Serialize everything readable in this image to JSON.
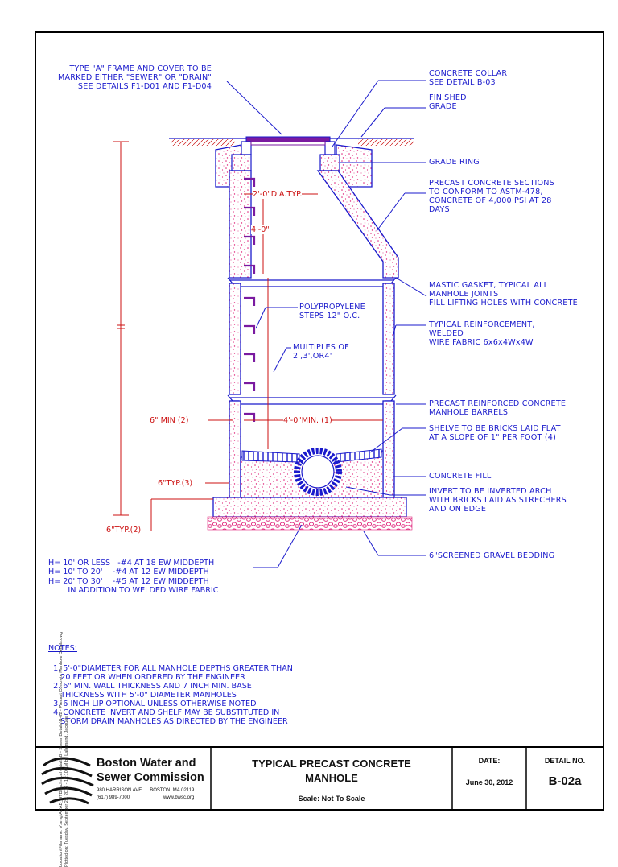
{
  "callouts": {
    "frame_cover": [
      "TYPE \"A\" FRAME AND COVER TO BE",
      "MARKED EITHER \"SEWER\" OR \"DRAIN\"",
      "SEE DETAILS F1-D01 AND F1-D04"
    ],
    "collar": [
      "CONCRETE COLLAR",
      "SEE DETAIL B-03"
    ],
    "finished_grade": [
      "FINISHED",
      "GRADE"
    ],
    "grade_ring": [
      "GRADE RING"
    ],
    "precast_sections": [
      "PRECAST CONCRETE SECTIONS",
      "TO CONFORM TO ASTM-478,",
      "CONCRETE OF 4,000 PSI AT 28",
      "DAYS"
    ],
    "mastic": [
      "MASTIC GASKET, TYPICAL ALL",
      "MANHOLE JOINTS",
      "FILL LIFTING HOLES WITH CONCRETE"
    ],
    "reinforcement": [
      "TYPICAL REINFORCEMENT,",
      "WELDED",
      "WIRE FABRIC 6x6x4Wx4W"
    ],
    "steps": [
      "POLYPROPYLENE",
      "STEPS 12\" O.C."
    ],
    "multiples": [
      "MULTIPLES OF",
      "2',3',OR4'"
    ],
    "barrels": [
      "PRECAST REINFORCED CONCRETE",
      "MANHOLE BARRELS"
    ],
    "shelve": [
      "SHELVE TO BE BRICKS LAID FLAT",
      "AT A SLOPE OF 1\" PER FOOT (4)"
    ],
    "fill": [
      "CONCRETE FILL"
    ],
    "invert": [
      "INVERT TO BE INVERTED ARCH",
      "WITH BRICKS LAID AS STRECHERS",
      "AND ON EDGE"
    ],
    "gravel": [
      "6\"SCREENED GRAVEL BEDDING"
    ]
  },
  "dimensions": {
    "dia": "2'-0\"DIA.TYP.",
    "four_ft": "4'-0\"",
    "six_min": "6\" MIN (2)",
    "four_min": "4'-0\"MIN. (1)",
    "six_typ3": "6\"TYP.(3)",
    "six_typ2": "6\"TYP.(2)"
  },
  "rebar_table": [
    "H= 10' OR LESS   -#4 AT 18 EW MIDDEPTH",
    "H= 10' TO 20'    -#4 AT 12 EW MIDDEPTH",
    "H= 20' TO 30'    -#5 AT 12 EW MIDDEPTH",
    "        IN ADDITION TO WELDED WIRE FABRIC"
  ],
  "notes": {
    "heading": "NOTES:",
    "items": [
      "  1. 5'-0\"DIAMETER FOR ALL MANHOLE DEPTHS GREATER THAN",
      "     20 FEET OR WHEN ORDERED BY THE ENGINEER",
      "  2. 6\" MIN. WALL THICKNESS AND 7 INCH MIN. BASE",
      "     THICKNESS WITH 5'-0\" DIAMETER MANHOLES",
      "  3. 6 INCH LIP OPTIONAL UNLESS OTHERWISE NOTED",
      "  4. CONCRETE INVERT AND SHELF MAY BE SUBSTITUTED IN",
      "     STORM DRAIN MANHOLES AS DIRECTED BY THE ENGINEER"
    ]
  },
  "side_text": [
    "Location\\Filename: V:\\eng\\ACAD_STD\\technical details\\B - Sewer Details\\B-02 - Precast Concrete Manhole Details.dwg",
    "Plotted on: Tuesday, September 25, 2012 - 10:10 AM by Lallemand, Jacques"
  ],
  "title_block": {
    "org_line1": "Boston Water and",
    "org_line2": "Sewer Commission",
    "address": "980 HARRISON AVE.     BOSTON, MA 02119",
    "phone": "(617) 989-7000",
    "web": "www.bwsc.org",
    "title1": "TYPICAL PRECAST CONCRETE",
    "title2": "MANHOLE",
    "scale": "Scale: Not To Scale",
    "date_label": "DATE:",
    "date_value": "June 30, 2012",
    "detail_label": "DETAIL NO.",
    "detail_value": "B-02a"
  },
  "colors": {
    "outline": "#1a1acc",
    "dimension": "#cc1111",
    "concrete_speckle": "#e0227a",
    "border": "#000000"
  }
}
